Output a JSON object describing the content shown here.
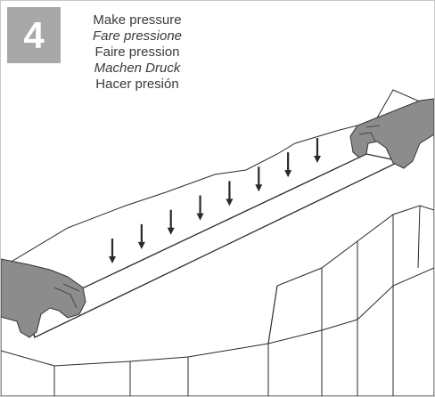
{
  "step": {
    "number": "4"
  },
  "captions": [
    {
      "text": "Make pressure",
      "italic": false
    },
    {
      "text": "Fare pressione",
      "italic": true
    },
    {
      "text": "Faire pression",
      "italic": false
    },
    {
      "text": "Machen Druck",
      "italic": true
    },
    {
      "text": "Hacer presión",
      "italic": false
    }
  ],
  "illustration": {
    "pressure_arrow_count": 8,
    "colors": {
      "line": "#2a2a2a",
      "hand": "#8c8c8c",
      "badge": "#a8a8a8"
    }
  }
}
